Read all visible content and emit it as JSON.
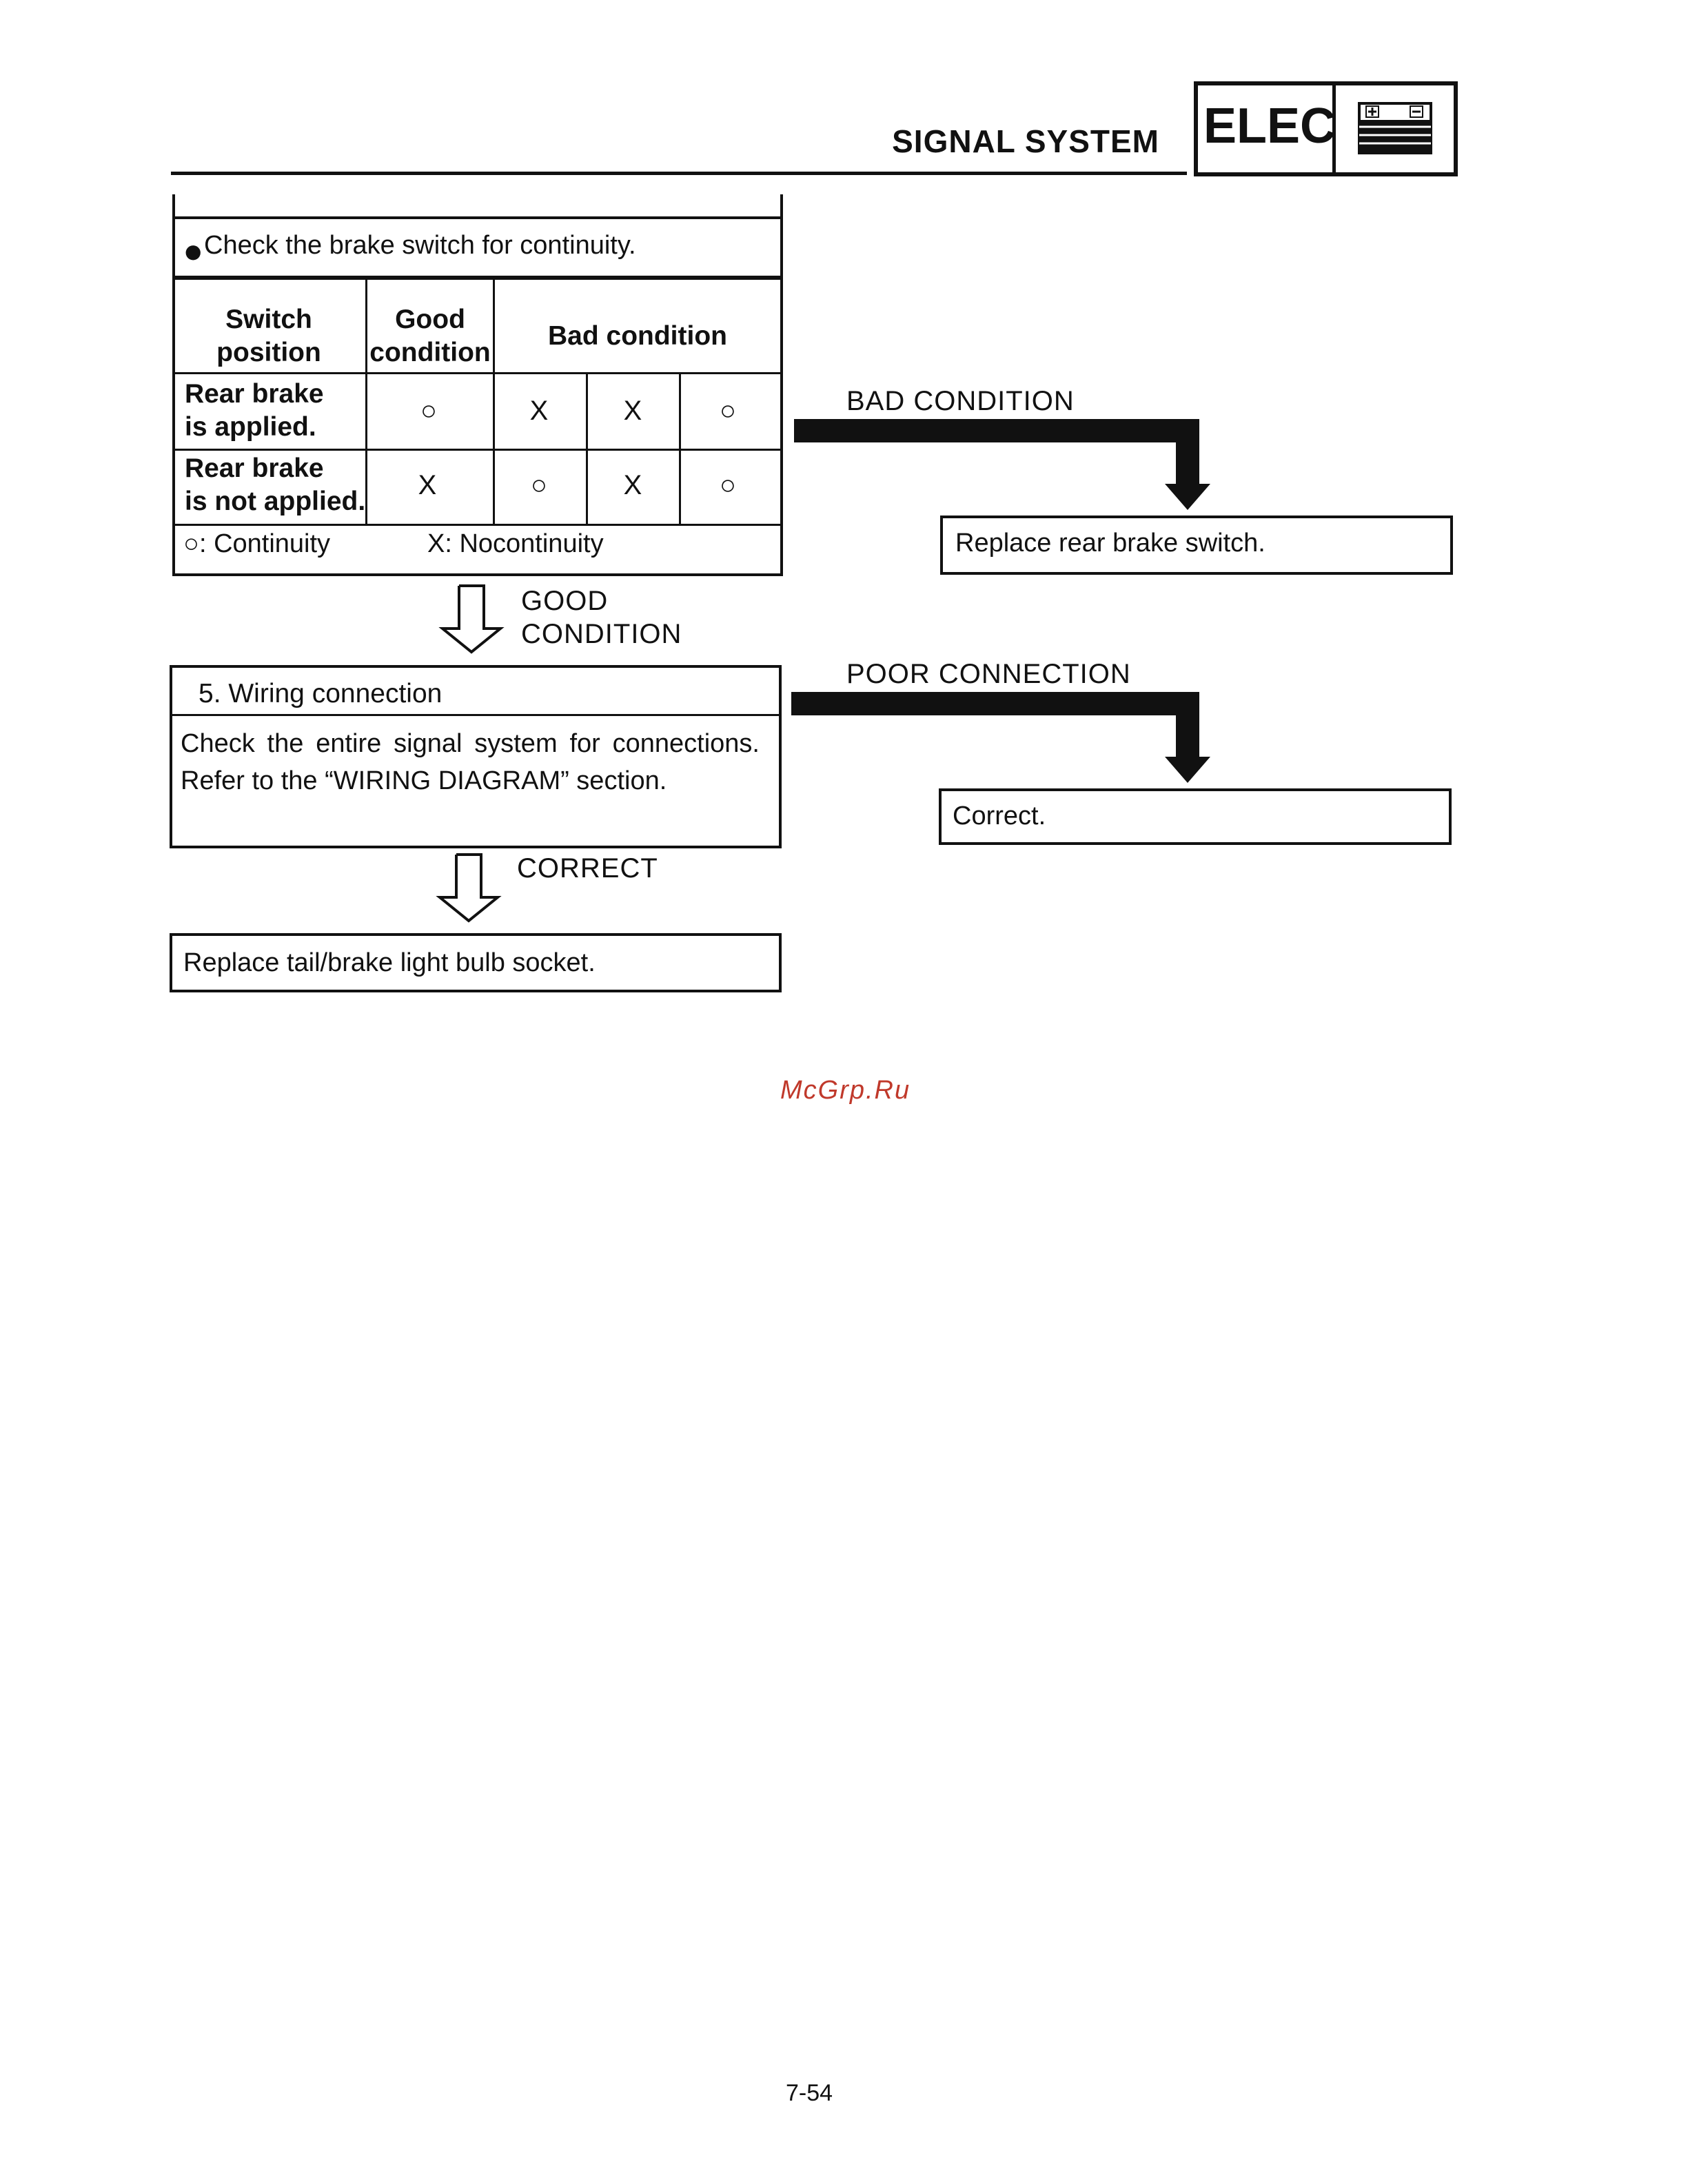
{
  "header": {
    "title": "SIGNAL SYSTEM",
    "badge": "ELEC",
    "badge_icon": "battery-icon"
  },
  "check_step": {
    "label": "Check the brake switch for continuity."
  },
  "table": {
    "headers": {
      "switch_position": [
        "Switch",
        "position"
      ],
      "good_condition": [
        "Good",
        "condition"
      ],
      "bad_condition": "Bad condition"
    },
    "rows": [
      {
        "label": [
          "Rear brake",
          "is applied."
        ],
        "good": "○",
        "bad": [
          "X",
          "X",
          "○"
        ]
      },
      {
        "label": [
          "Rear brake",
          "is not applied."
        ],
        "good": "X",
        "bad": [
          "○",
          "X",
          "○"
        ]
      }
    ],
    "legend": {
      "continuity": "○:  Continuity",
      "nocontinuity": "X:  Nocontinuity"
    }
  },
  "flow": {
    "bad_condition_label": "BAD CONDITION",
    "replace_switch": "Replace rear brake switch.",
    "good_condition_label": [
      "GOOD",
      "CONDITION"
    ],
    "wiring_title": "5. Wiring connection",
    "wiring_body": "Check the entire signal system for connections. Refer to the “WIRING DIAGRAM” section.",
    "poor_connection_label": "POOR CONNECTION",
    "correct_box": "Correct.",
    "correct_label": "CORRECT",
    "replace_socket": "Replace tail/brake light bulb socket."
  },
  "watermark": "McGrp.Ru",
  "page_number": "7-54"
}
